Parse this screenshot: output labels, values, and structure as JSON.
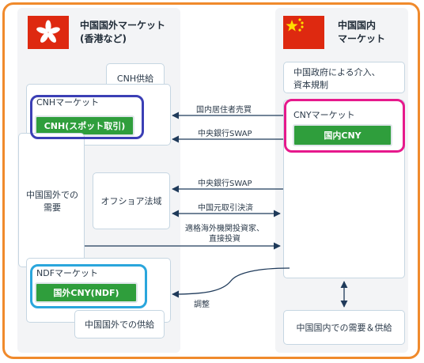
{
  "left_header": {
    "title_line1": "中国国外マーケット",
    "title_line2": "(香港など)"
  },
  "right_header": {
    "title_line1": "中国国内",
    "title_line2": "マーケット"
  },
  "left": {
    "cnh_supply": "CNH供給",
    "cnh_market": "CNHマーケット",
    "cnh_spot_button": "CNH(スポット取引)",
    "demand_line1": "中国国外での",
    "demand_line2": "需要",
    "offshore": "オフショア法域",
    "ndf_market": "NDFマーケット",
    "ndf_button": "国外CNY(NDF)",
    "supply_outside": "中国国外での供給"
  },
  "right": {
    "gov_line1": "中国政府による介入、",
    "gov_line2": "資本規制",
    "cny_market": "CNYマーケット",
    "cny_button": "国内CNY",
    "domestic": "中国国内での需要＆供給"
  },
  "arrows": {
    "resident_sell": "国内居住者売買",
    "swap1": "中央銀行SWAP",
    "swap2": "中央銀行SWAP",
    "yuan_settle": "中国元取引決済",
    "qfii_line1": "適格海外機関投資家、",
    "qfii_line2": "直接投資",
    "adjust": "調整"
  },
  "colors": {
    "frame": "#f08a2c",
    "cnh_highlight": "#3b3fb5",
    "cny_highlight": "#e6198c",
    "ndf_highlight": "#2aa6dc",
    "green": "#2f9e3c",
    "flag_red": "#de2910",
    "star_yellow": "#ffde00"
  },
  "icons": {
    "left_flag": "hong-kong-flag-icon",
    "right_flag": "china-flag-icon"
  }
}
